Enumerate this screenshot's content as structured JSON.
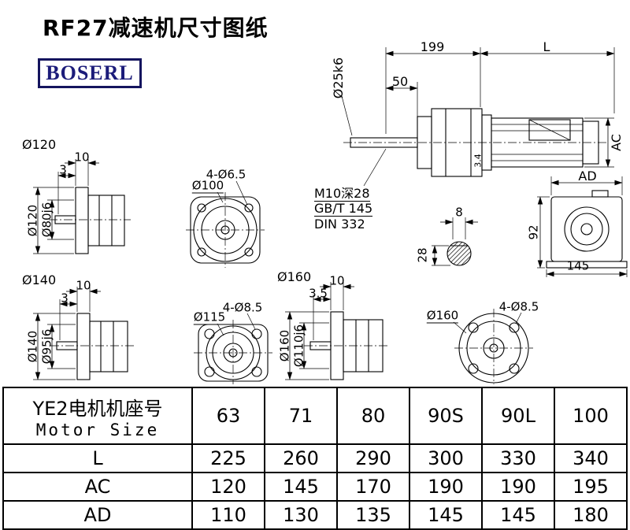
{
  "page": {
    "title": "RF27减速机尺寸图纸",
    "brand": "BOSERL"
  },
  "main_view": {
    "dim_199": "199",
    "dim_l": "L",
    "dim_50": "50",
    "shaft_dia": "Ø25k6",
    "dim_ac": "AC",
    "dim_34": "3.4",
    "note_line1": "M10深28",
    "note_line2": "GB/T 145",
    "note_line3": "DIN 332",
    "key_width": "8",
    "key_height": "28",
    "dim_ad": "AD",
    "dim_92": "92",
    "dim_145": "145"
  },
  "flange120_view": {
    "title": "Ø120",
    "dim_10": "10",
    "dim_3": "3",
    "dia_outer": "Ø120",
    "dia_spigot": "Ø80j6"
  },
  "front100_view": {
    "holes": "4-Ø6.5",
    "dia": "Ø100"
  },
  "flange140_view": {
    "title": "Ø140",
    "dim_10": "10",
    "dim_3": "3",
    "dia_outer": "Ø140",
    "dia_spigot": "Ø95j6"
  },
  "front115_view": {
    "holes": "4-Ø8.5",
    "dia": "Ø115"
  },
  "flange160_view": {
    "title": "Ø160",
    "dim_10": "10",
    "dim_35": "3.5",
    "dia_outer": "Ø160",
    "dia_spigot": "Ø110j6"
  },
  "front160_view": {
    "holes": "4-Ø8.5",
    "dia": "Ø160"
  },
  "table": {
    "header_label_cn": "YE2电机机座号",
    "header_label_en": "Motor Size",
    "motor_sizes": [
      "63",
      "71",
      "80",
      "90S",
      "90L",
      "100"
    ],
    "rows": [
      {
        "label": "L",
        "values": [
          "225",
          "260",
          "290",
          "300",
          "330",
          "340"
        ]
      },
      {
        "label": "AC",
        "values": [
          "120",
          "145",
          "170",
          "190",
          "190",
          "195"
        ]
      },
      {
        "label": "AD",
        "values": [
          "110",
          "130",
          "135",
          "145",
          "145",
          "180"
        ]
      }
    ]
  }
}
